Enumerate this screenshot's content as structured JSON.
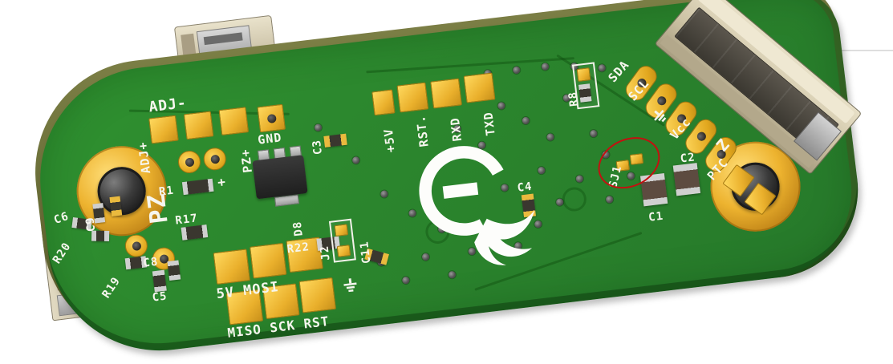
{
  "annotation": {
    "circled_reference": "SJ1",
    "color": "#c41010"
  },
  "silkscreen": {
    "adj_minus": "ADJ-",
    "adj_plus": "ADJ+",
    "pz": "PZ",
    "pz_plus": "PZ+",
    "gnd": "GND",
    "r1": "R1",
    "plus": "+",
    "d8": "D8",
    "c3": "C3",
    "r22": "R22",
    "j2": "J2",
    "c11": "C11",
    "plus5v": "+5V",
    "rst": "RST.",
    "rxd": "RXD",
    "txd": "TXD",
    "r8": "R8",
    "sda": "SDA",
    "scl": "SCL",
    "vcc": "Vcc",
    "z": "Z",
    "ptc": "PTC",
    "sj1": "SJ1",
    "c4": "C4",
    "c1": "C1",
    "c2": "C2",
    "c6": "C6",
    "c9": "C9",
    "r20": "R20",
    "c8": "C8",
    "r19": "R19",
    "c5": "C5",
    "r17": "R17",
    "isp_row1": "5V MOSI",
    "isp_row2": "MISO SCK RST"
  },
  "icons": {
    "logo": "flame-logo",
    "ground": "earth-ground-icon"
  },
  "colors": {
    "board_green": "#2c8a2c",
    "pad_gold": "#e8b02c",
    "silkscreen_white": "#f6f6ee",
    "connector_tan": "#d8cfb2",
    "annotation_red": "#c41010",
    "component_black": "#2c2c2a"
  }
}
